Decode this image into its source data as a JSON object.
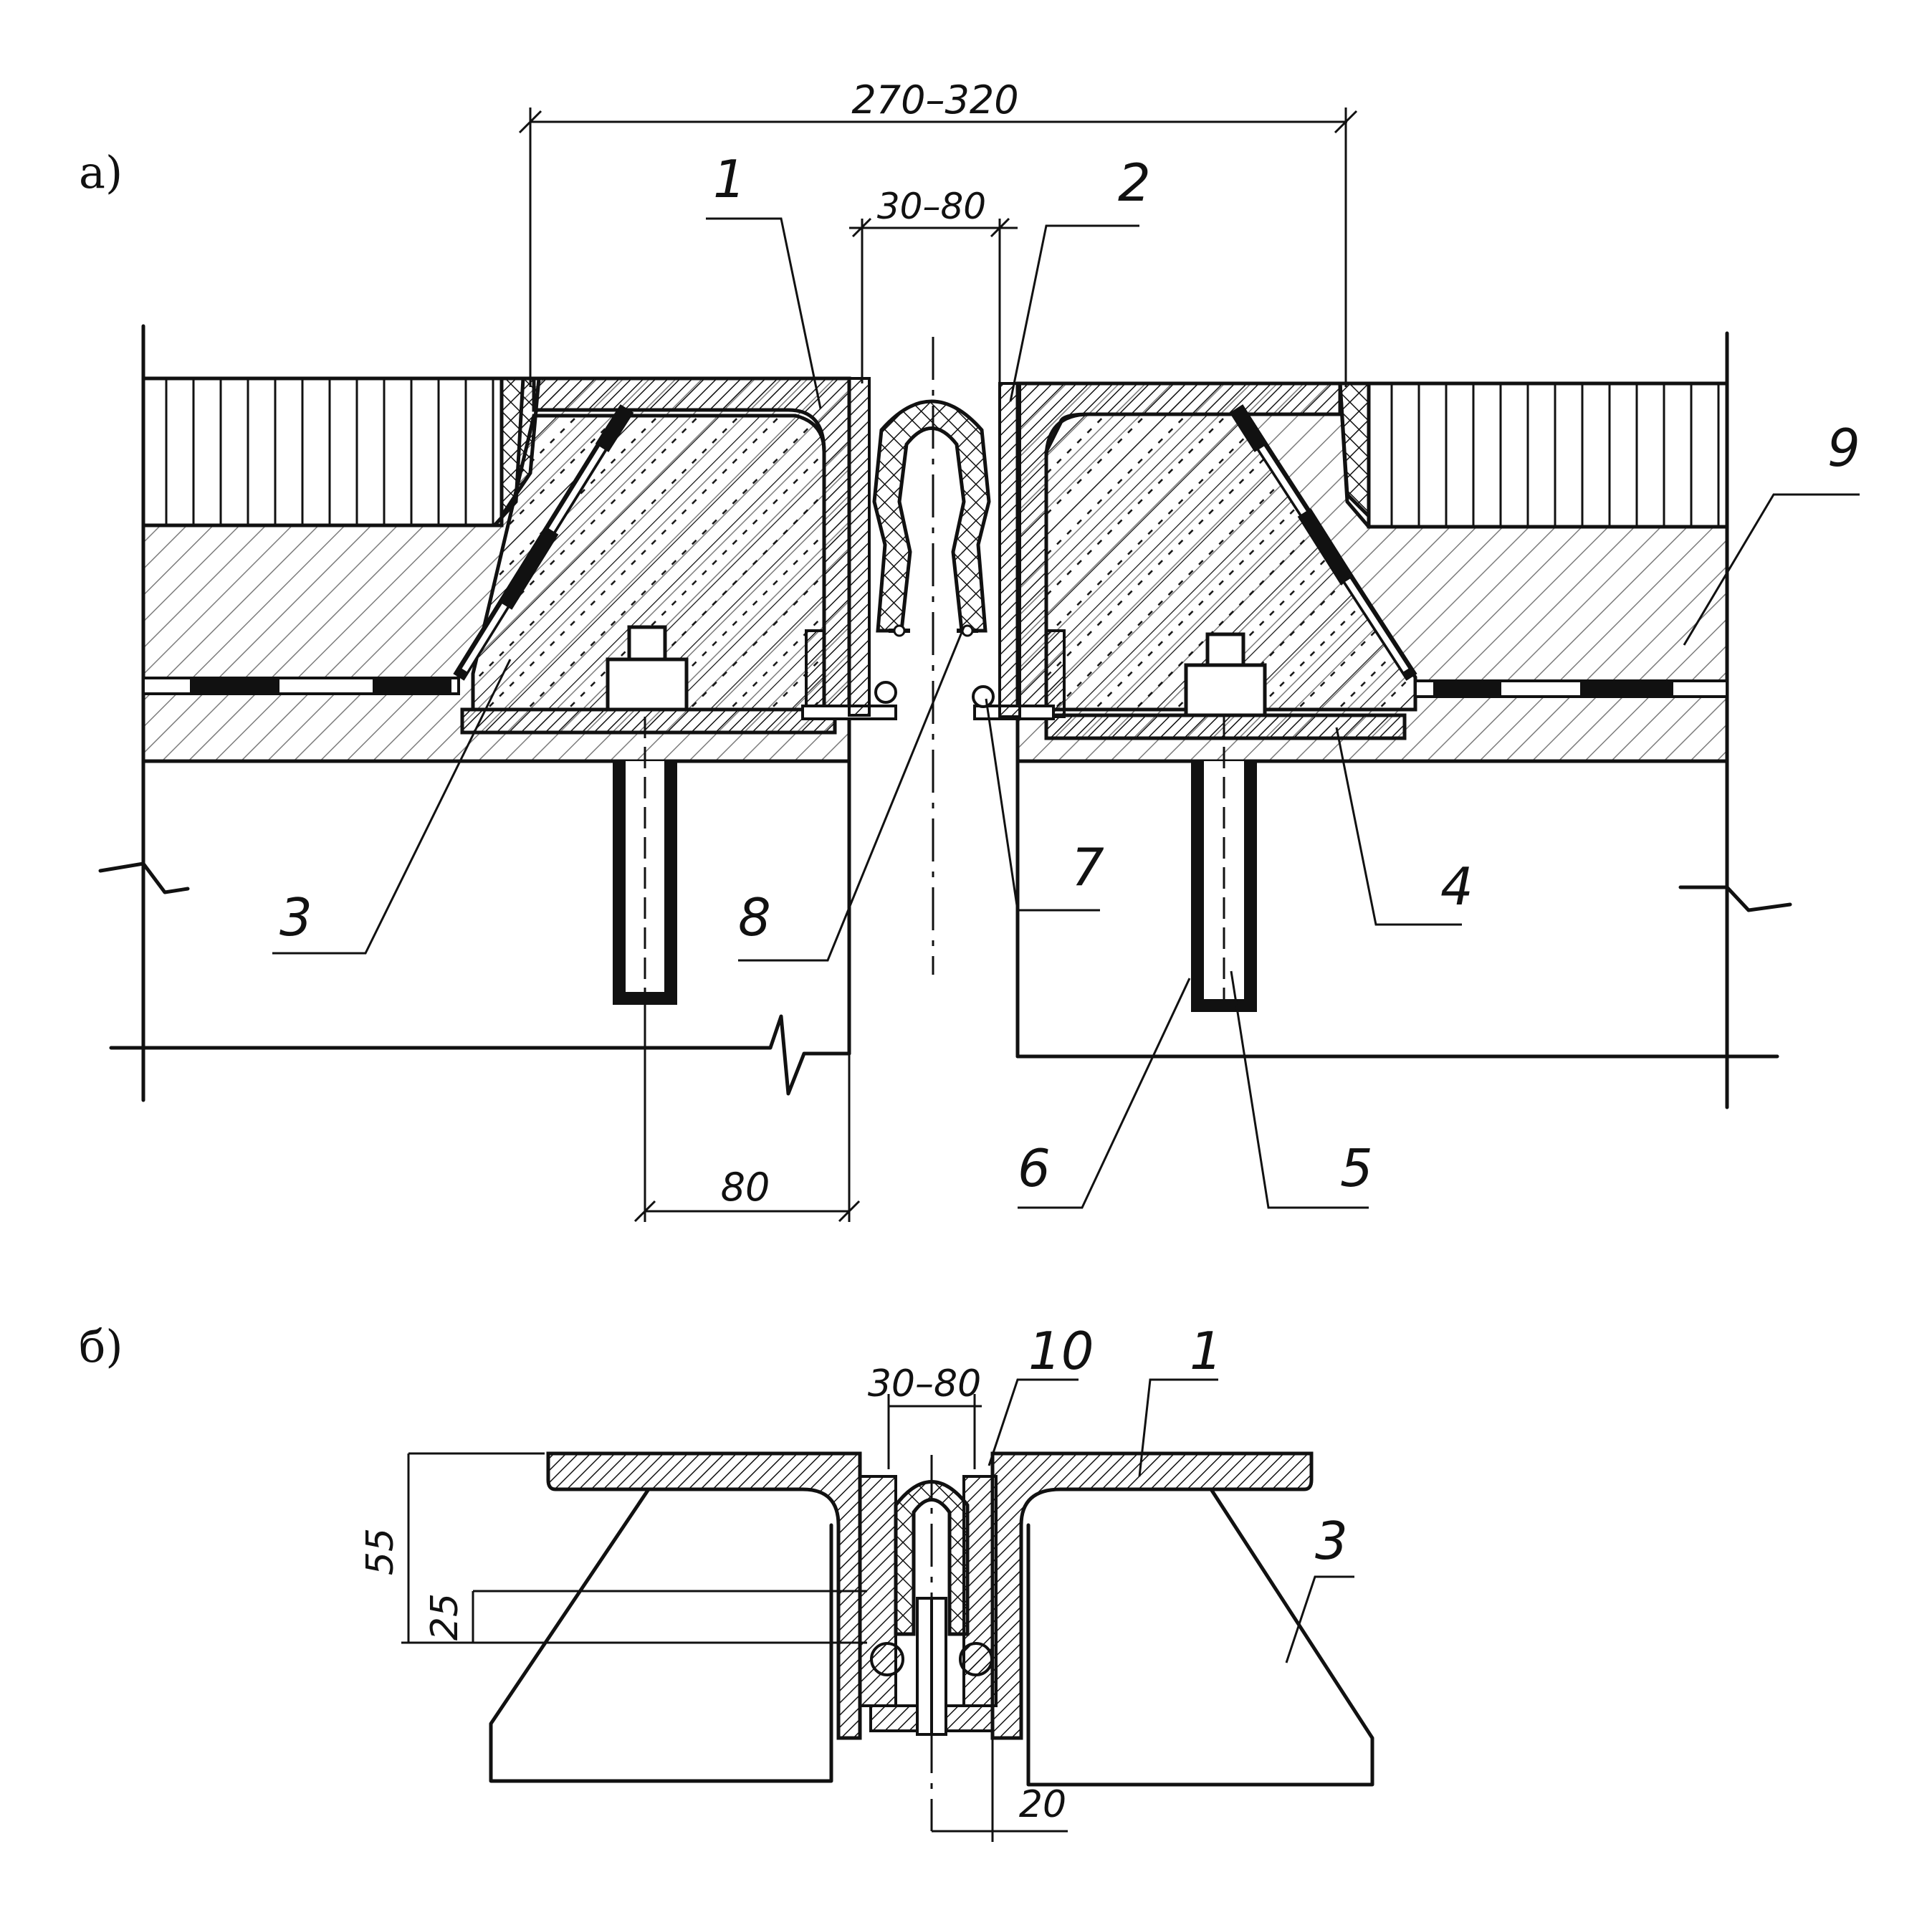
{
  "panels": {
    "a": "а)",
    "b": "б)"
  },
  "view_a": {
    "dimensions": {
      "overall": "270–320",
      "gap": "30–80",
      "anchor_offset": "80"
    },
    "callouts": [
      "1",
      "2",
      "3",
      "4",
      "5",
      "6",
      "7",
      "8",
      "9"
    ]
  },
  "view_b": {
    "dimensions": {
      "gap": "30–80",
      "height_total": "55",
      "height_lower": "25",
      "bottom": "20"
    },
    "callouts": [
      "10",
      "1",
      "3"
    ]
  },
  "colors": {
    "ink": "#111111",
    "paper": "#ffffff"
  }
}
